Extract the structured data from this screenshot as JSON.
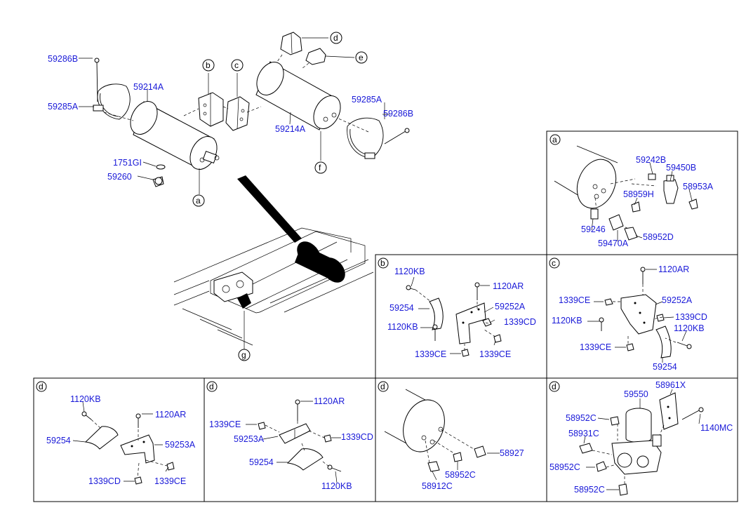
{
  "main": {
    "labels": [
      "59286B",
      "59285A",
      "59214A",
      "1751GI",
      "59260",
      "59214A",
      "59285A",
      "59286B"
    ],
    "callouts": [
      "b",
      "c",
      "d",
      "e",
      "a",
      "f",
      "g"
    ]
  },
  "panel_a": {
    "tag": "a",
    "labels": [
      "59242B",
      "59450B",
      "58953A",
      "58959H",
      "59246",
      "59470A",
      "58952D"
    ]
  },
  "panel_b": {
    "tag": "b",
    "labels": [
      "1120KB",
      "1120AR",
      "59254",
      "59252A",
      "1339CD",
      "1120KB",
      "1339CE",
      "1339CE"
    ]
  },
  "panel_c": {
    "tag": "c",
    "labels": [
      "1120AR",
      "1339CE",
      "59252A",
      "1339CD",
      "1120KB",
      "1120KB",
      "1339CE",
      "59254"
    ]
  },
  "panel_d1": {
    "tag": "d",
    "labels": [
      "1120KB",
      "1120AR",
      "59254",
      "59253A",
      "1339CD",
      "1339CE"
    ]
  },
  "panel_d2": {
    "tag": "d",
    "labels": [
      "1120AR",
      "1339CE",
      "59253A",
      "1339CD",
      "59254",
      "1120KB"
    ]
  },
  "panel_d3": {
    "tag": "d",
    "labels": [
      "58927",
      "58952C",
      "58912C"
    ]
  },
  "panel_d4": {
    "tag": "d",
    "labels": [
      "59550",
      "58961X",
      "58952C",
      "1140MC",
      "58931C",
      "58952C",
      "58952C"
    ]
  }
}
